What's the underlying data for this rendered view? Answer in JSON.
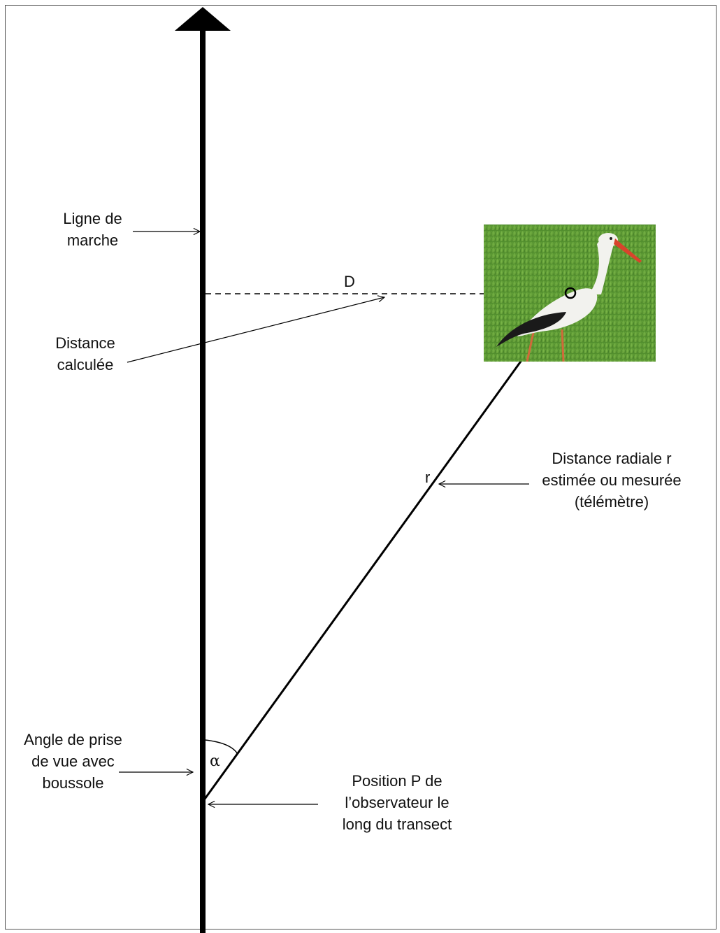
{
  "labels": {
    "walk_line": [
      "Ligne de",
      "marche"
    ],
    "computed_distance": [
      "Distance",
      "calculée"
    ],
    "radial_distance": [
      "Distance radiale r",
      "estimée ou mesurée",
      "(télémètre)"
    ],
    "sighting_angle": [
      "Angle de prise",
      "de vue avec",
      "boussole"
    ],
    "observer_position": [
      "Position P de",
      "l’observateur le",
      "long du transect"
    ]
  },
  "symbols": {
    "perpendicular_distance": "D",
    "radial_distance": "r",
    "angle": "α"
  },
  "image": {
    "subject": "stork-photo",
    "background_color": "#5e9a35",
    "bird_body_color": "#f2f2ee",
    "wing_color": "#1a1a1a",
    "beak_color": "#d8442c"
  },
  "colors": {
    "line": "#000000",
    "text": "#111111"
  }
}
